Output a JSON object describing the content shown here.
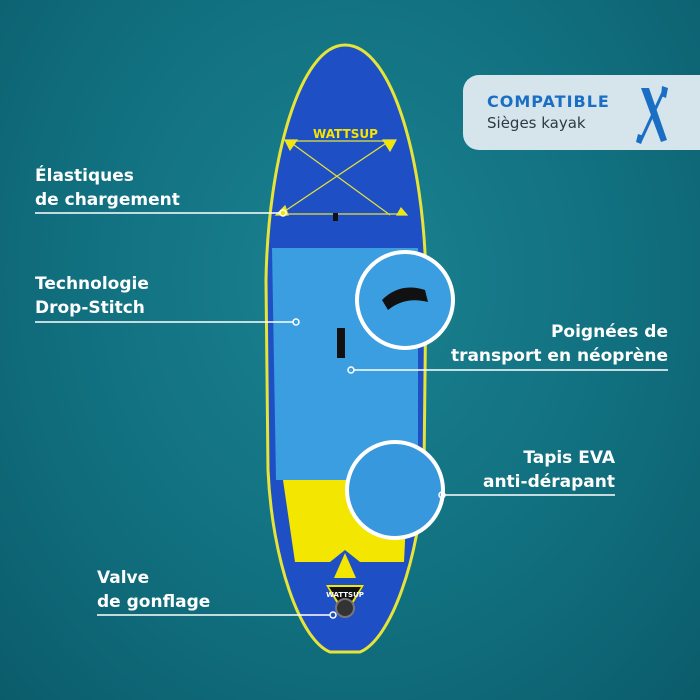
{
  "badge": {
    "title": "COMPATIBLE",
    "subtitle": "Sièges kayak",
    "icon": "kayak-paddle-icon"
  },
  "features": [
    {
      "line1": "Élastiques",
      "line2": "de chargement"
    },
    {
      "line1": "Technologie",
      "line2": "Drop-Stitch"
    },
    {
      "line1": "Poignées de",
      "line2": "transport en néoprène"
    },
    {
      "line1": "Tapis EVA",
      "line2": "anti-dérapant"
    },
    {
      "line1": "Valve",
      "line2": "de gonflage"
    }
  ],
  "board": {
    "brand": "WATTSUP"
  },
  "colors": {
    "water": "#11707f",
    "board_blue": "#1f4fc4",
    "deck": "#3b9ee0",
    "accent_yellow": "#f3e600",
    "badge_text": "#1a6fc4"
  }
}
